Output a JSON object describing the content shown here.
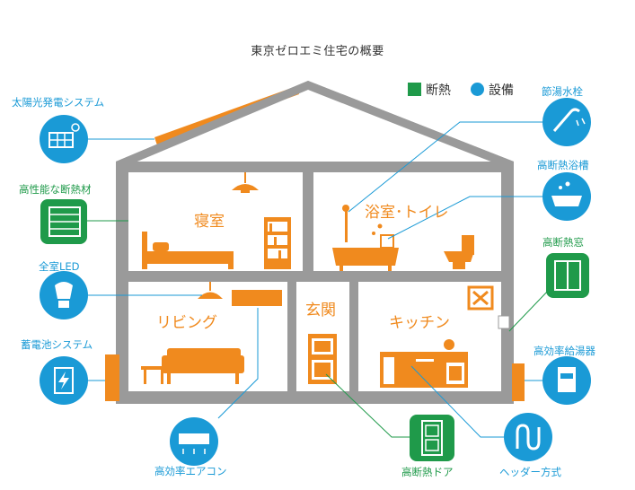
{
  "title": "東京ゼロエミ住宅の概要",
  "legend": {
    "insulation": {
      "label": "断熱",
      "color": "#1f9a4a"
    },
    "equipment": {
      "label": "設備",
      "color": "#1a9ad6"
    }
  },
  "rooms": {
    "bedroom": "寝室",
    "bath_toilet": "浴室･トイレ",
    "living": "リビング",
    "entrance": "玄関",
    "kitchen": "キッチン"
  },
  "items": {
    "solar": "太陽光発電システム",
    "insulation_material": "高性能な断熱材",
    "led": "全室LED",
    "battery": "蓄電池システム",
    "aircon": "高効率エアコン",
    "door": "高断熱ドア",
    "header": "ヘッダー方式",
    "water_heater": "高効率給湯器",
    "window": "高断熱窓",
    "bathtub": "高断熱浴槽",
    "faucet": "節湯水栓"
  },
  "colors": {
    "house_wall": "#9a9a9a",
    "accent_orange": "#f08a1e",
    "equipment_blue": "#1a9ad6",
    "insulation_green": "#1f9a4a"
  }
}
